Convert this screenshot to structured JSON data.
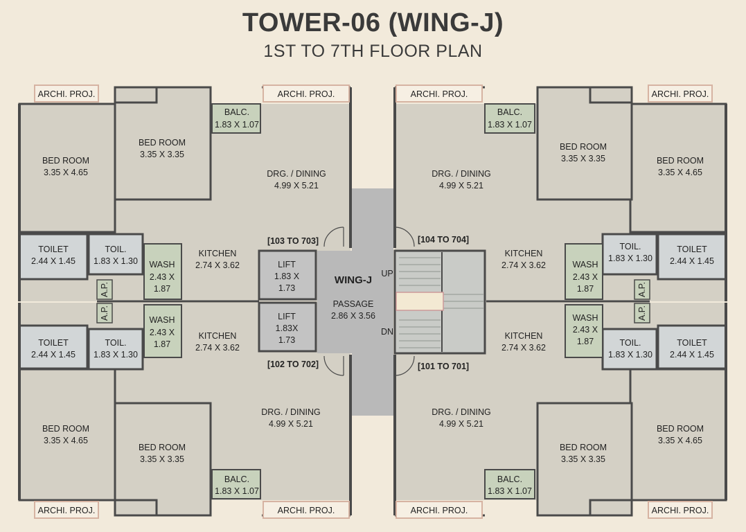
{
  "title": "TOWER-06 (WING-J)",
  "subtitle": "1ST TO 7TH FLOOR PLAN",
  "colors": {
    "background": "#f2eadb",
    "room": "#d4d0c5",
    "wet": "#c8d2bc",
    "core": "#b9b9b9",
    "toilet": "#d2d6d7",
    "wall": "#4a4a4a",
    "proj": "#f6efe3"
  },
  "labels": {
    "archi_proj": "ARCHI. PROJ.",
    "balc": "BALC.",
    "balc_size": "1.83 X 1.07",
    "bed": "BED ROOM",
    "bed_master": "3.35 X 4.65",
    "bed_small": "3.35 X 3.35",
    "drg": "DRG. / DINING",
    "drg_size": "4.99 X 5.21",
    "toilet": "TOILET",
    "toilet_size": "2.44 X 1.45",
    "toil": "TOIL.",
    "toil_size": "1.83 X 1.30",
    "wash": "WASH",
    "wash_size_a": "2.43 X",
    "wash_size_b": "1.87",
    "kitchen": "KITCHEN",
    "kitchen_size": "2.74 X 3.62",
    "ap": "A.P.",
    "lift": "LIFT",
    "lift1_a": "1.83 X",
    "lift1_b": "1.73",
    "lift2_a": "1.83X",
    "lift2_b": "1.73",
    "wing": "WING-J",
    "passage": "PASSAGE",
    "passage_size": "2.86 X 3.56",
    "up": "UP",
    "dn": "DN",
    "flat_tl": "[103 TO 703]",
    "flat_tr": "[104 TO 704]",
    "flat_bl": "[102 TO 702]",
    "flat_br": "[101 TO 701]"
  }
}
